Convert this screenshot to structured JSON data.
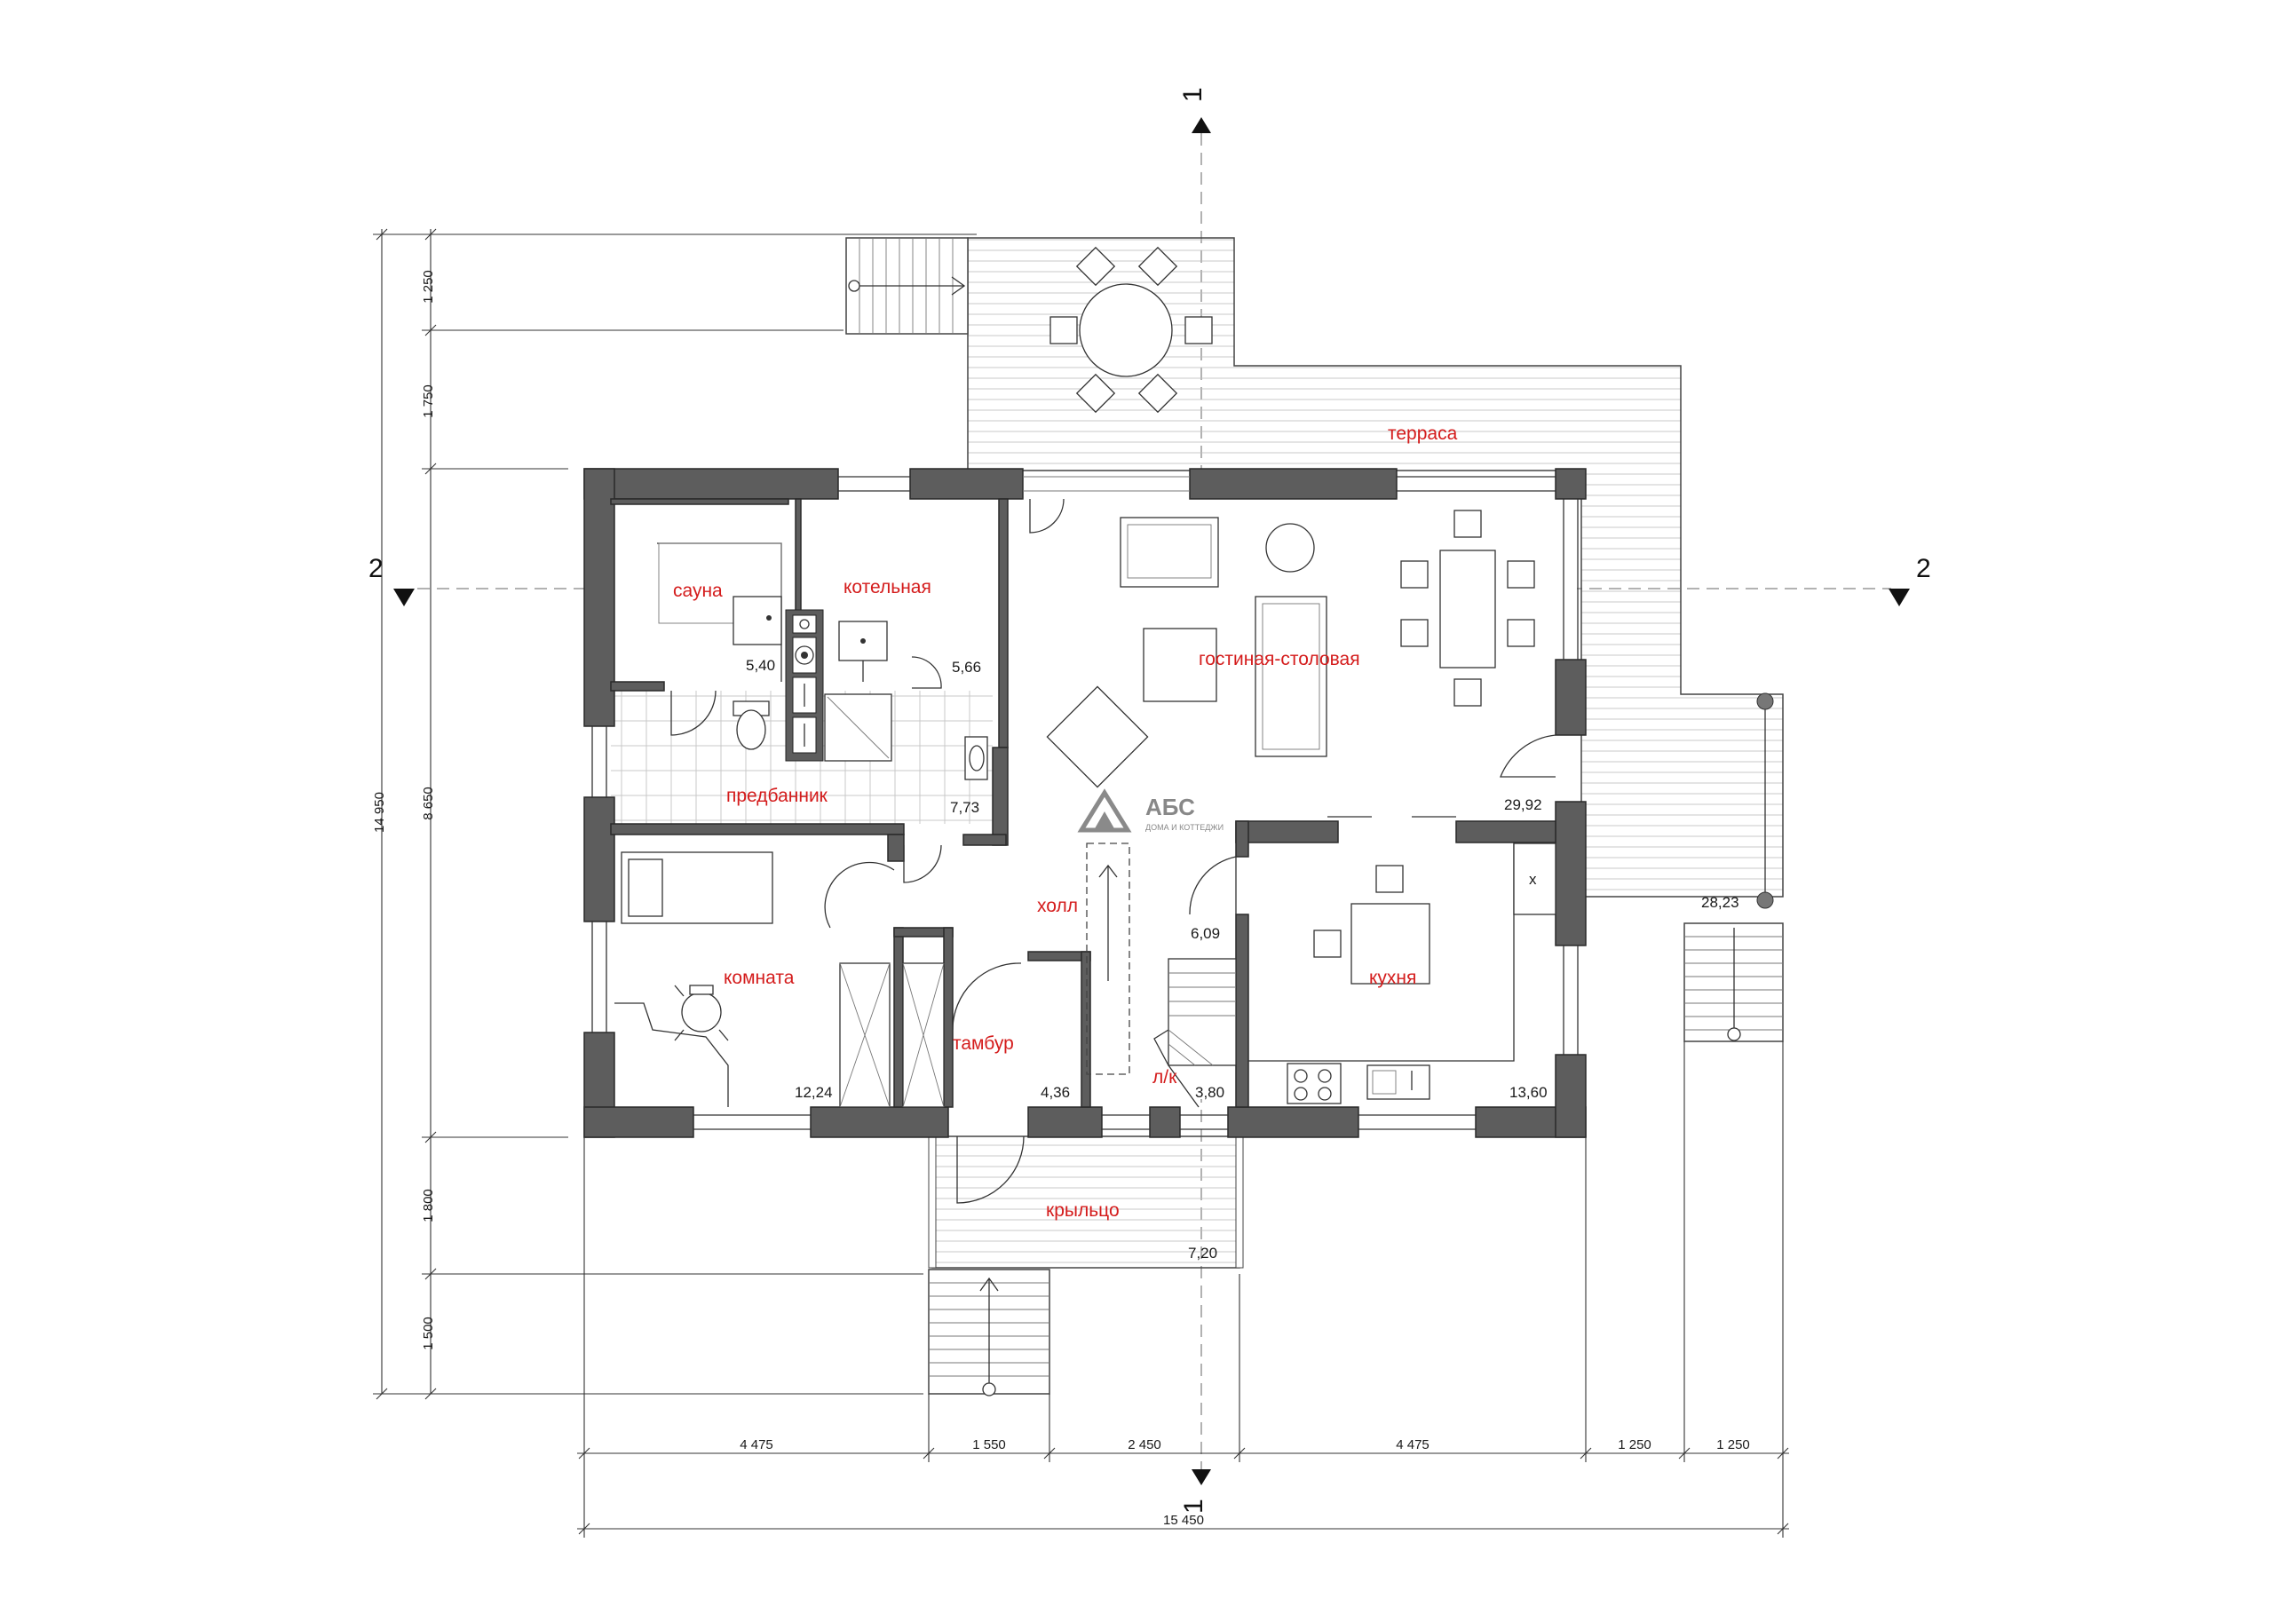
{
  "rooms": {
    "terrace": "терраса",
    "sauna": "сауна",
    "boiler": "котельная",
    "living": "гостиная-столовая",
    "predbannik": "предбанник",
    "hall": "холл",
    "room": "комната",
    "tambur": "тамбур",
    "stair": "л/к",
    "kitchen": "кухня",
    "porch": "крыльцо"
  },
  "areas": {
    "sauna": "5,40",
    "boiler": "5,66",
    "predbannik": "7,73",
    "living": "29,92",
    "terrace": "28,23",
    "hall": "6,09",
    "room": "12,24",
    "tambur": "4,36",
    "stair": "3,80",
    "kitchen": "13,60",
    "porch": "7,20"
  },
  "dimensions": {
    "left_1": "1 250",
    "left_2": "1 750",
    "left_3": "8 650",
    "left_4": "1 800",
    "left_5": "1 500",
    "left_total": "14 950",
    "bottom_1": "4 475",
    "bottom_2": "1 550",
    "bottom_3": "2 450",
    "bottom_4": "4 475",
    "bottom_5": "1 250",
    "bottom_6": "1 250",
    "bottom_total": "15 450"
  },
  "section_marks": {
    "vertical": "1",
    "horizontal": "2"
  },
  "logo": {
    "name": "АБС",
    "tagline": "ДОМА И КОТТЕДЖИ"
  },
  "misc": {
    "chimney_mark": "x"
  },
  "colors": {
    "room_label": "#d41c1c",
    "wall_fill": "#5d5d5d"
  }
}
